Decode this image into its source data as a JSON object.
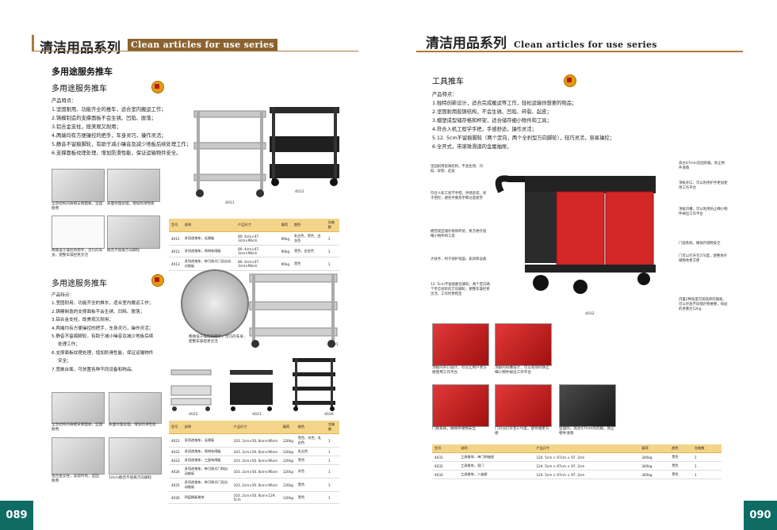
{
  "left": {
    "series_cn": "清洁用品系列",
    "series_en": "Clean articles for use series",
    "heading": "多用途服务推车",
    "product_a": {
      "title": "多用途服务推车",
      "features_label": "产品特点：",
      "features": [
        "1.坚固耐用、功能齐全的推车，适合室内搬运工作；",
        "2.铸模制造的支撑面板不会生锈、凹陷、脱落；",
        "3.铝合金支柱，既美观又耐用；",
        "4.两端均有方便操控的把手，车身灵巧，操作灵活；",
        "5.静音不留痕脚轮，有助于减小噪音及减少地板后续处理工作；",
        "6.支撑面板纹理处理，增加防滑性能，保证运输物件安全。"
      ],
      "thumb_captions": [
        "全塑结构的铸模支撑面板，坚固耐用",
        "表面纹理处理，增加防滑性能",
        "两端设于操控的把手，灵巧的车身，使整车操控更灵活",
        "静音不留痕万向脚轮"
      ],
      "image_labels": [
        "4011",
        "4012"
      ],
      "table": {
        "headers": [
          "型号",
          "说明",
          "产品尺寸",
          "载荷",
          "颜色",
          "包装数"
        ],
        "rows": [
          [
            "4011",
            "多用途推车，无隔板",
            "80. 4cm×47. 3cm×96cm",
            "90kg",
            "乳白色、黑色、白金色",
            "1"
          ],
          [
            "4012",
            "多用途推车，两侧有隔板",
            "80. 4cm×47. 3cm×96cm",
            "90kg",
            "黑色、白金色",
            "1"
          ],
          [
            "4013",
            "多用途推车，带可收式门及自动式推板",
            "80. 4cm×47. 3cm×96cm",
            "90kg",
            "黑色",
            "1"
          ]
        ]
      }
    },
    "product_b": {
      "title": "多用途服务推车",
      "features_label": "产品特点：",
      "features": [
        "1.坚固耐用、功能齐全的推车，适合室内搬运工作；",
        "2.铸模制造的支撑面板不会生锈、凹陷、脱落；",
        "3.铝合金支柱，既美观又耐用；",
        "4.两端均有方便操控的把手，车身灵巧，操作灵活；",
        "5.静音不留痕脚轮，有助于减小噪音及减少地板后续",
        "处理工作；",
        "6.支撑面板纹理处理，增加防滑性能，保证运输物件",
        "安全；",
        "7.宽敞台面，可放置各种不同设备和物品。"
      ],
      "circle_caption": "两端设于操控的把手，灵巧的车身，使整车操控更灵活",
      "thumb_captions": [
        "全塑结构的铸模支撑面板，坚固耐用",
        "表面纹理处理，增加防滑性能",
        "铝合金支柱，美观时尚，坚固耐用",
        "10cm静音不留痕万向脚轮"
      ],
      "image_labels": [
        "4021",
        "4022",
        "4023",
        "4026"
      ],
      "table": {
        "headers": [
          "型号",
          "说明",
          "产品尺寸",
          "载荷",
          "颜色",
          "包装数"
        ],
        "rows": [
          [
            "4021",
            "多用途推车，无隔板",
            "103. 2cm×50. 8cm×96cm",
            "120kg",
            "黑色、灰色、乳白色",
            "1"
          ],
          [
            "4022",
            "多用途推车，两侧有隔板",
            "103. 2cm×50. 8cm×96cm",
            "120kg",
            "乳白色",
            "1"
          ],
          [
            "4023",
            "多用途推车，三面有隔板",
            "103. 2cm×50. 8cm×96cm",
            "120kg",
            "黑色",
            "1"
          ],
          [
            "4024",
            "多用途推车，带可收式门和自动推板",
            "103. 2cm×50. 8cm×96cm",
            "120kg",
            "灰色",
            "1"
          ],
          [
            "4025",
            "多用途推车，带可收式门及自动推板",
            "103. 2cm×50. 8cm×96cm",
            "120kg",
            "黑色",
            "1"
          ],
          [
            "4026",
            "四层搁板推车",
            "103. 2cm×50. 8cm×129. 5cm",
            "120kg",
            "黑色",
            "1"
          ]
        ]
      }
    },
    "page_number": "089"
  },
  "right": {
    "series_cn": "清洁用品系列",
    "series_en": "Clean articles for use series",
    "product": {
      "title": "工具推车",
      "features_label": "产品特点：",
      "features": [
        "1.独特创新设计，适合完成搬运等工作，轻松运输你想要的物品；",
        "2.坚固耐用胶铸结构，不会生锈、凹陷、碎裂、起皮；",
        "3.模塑成型储存格和杯架，适合储存细小物件和工具；",
        "4.符合人机工程学手把，手感舒适，操作灵活；",
        "5.12. 5cm不留痕脚轮（两个定向，两个全刹型万向脚轮），轻巧灵活，容易操控；",
        "6.全开式，带滚珠滑道的金属抽屉。"
      ],
      "image_label": "4032",
      "callouts_left": [
        "坚固耐用胶铸结构，不会生锈、凹陷、碎裂、起皮",
        "符合人机工程学手把，手感舒适，易于把控，避免手腕及手臂过度疲劳",
        "模塑成型储存格和杯架，要方便存放细小物件和工具",
        "大扶手，利于保护墙面、家具和设备",
        "12. 5cm不留痕静音脚轮，两个定向两个带全刹轮的万向脚轮，便整车操控更灵活，工作时更稳定"
      ],
      "callouts_right": [
        "高达47mm坚固的箱，防止物件滑落",
        "顶板开口，可以利用护手更加使用工作平台",
        "顶板凹槽，可以利用防止细小物件掉出工作平台",
        "门锁系统，确保存储物安全",
        "门可以打开至270度，使整体存储物体更方便",
        "内置2种高度可调选择的隔板，可以存放不同储存物要要，每层的承重达12kg"
      ],
      "thumb_captions": [
        "顶板的开口设计，可以让用户更方便使用工作平台",
        "顶部的凹槽设计，可以有效的防止细小物件掉出工作平台",
        "门锁系统，确保存储物安全",
        "门可以打开至270度，使存储更方便",
        "坚固的，高达47mm的托箱，防止物件滑落"
      ],
      "table": {
        "headers": [
          "型号",
          "说明",
          "产品尺寸",
          "载荷",
          "颜色",
          "包装数"
        ],
        "rows": [
          [
            "4031",
            "工具推车，单门和抽屉",
            "124. 5cm × 67cm × 97. 2cm",
            "340kg",
            "黑色",
            "1"
          ],
          [
            "4032",
            "工具推车，双门",
            "124. 5cm × 67cm × 97. 2cm",
            "340kg",
            "黑色",
            "1"
          ],
          [
            "4033",
            "工具推车，八抽屉",
            "124. 5cm × 67cm × 97. 2cm",
            "340kg",
            "黑色",
            "1"
          ]
        ]
      }
    },
    "page_number": "090"
  },
  "colors": {
    "accent_gold": "#a97a3c",
    "table_header": "#f4d488",
    "page_badge": "#0f6c64",
    "cart_red": "#d32626"
  }
}
